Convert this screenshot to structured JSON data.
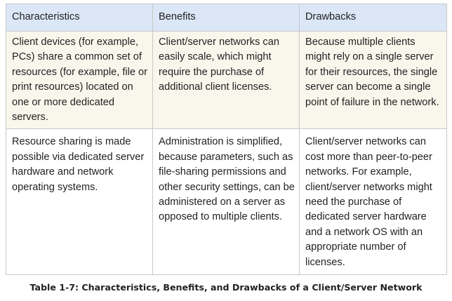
{
  "table": {
    "headers": [
      "Characteristics",
      "Benefits",
      "Drawbacks"
    ],
    "rows": [
      [
        "Client devices (for example, PCs) share a common set of resources (for example, file or print resources) located on one or more dedicated servers.",
        "Client/server networks can easily scale, which might require the purchase of additional client licenses.",
        "Because multiple clients might rely on a single server for their resources, the single server can become a single point of failure in the network."
      ],
      [
        "Resource sharing is made possible via dedicated server hardware and network operating systems.",
        "Administration is simplified, because parameters, such as file-sharing permissions and other security settings, can be administered on a server as opposed to multiple clients.",
        "Client/server networks can cost more than peer-to-peer networks. For example, client/server networks might need the purchase of dedicated server hardware and a network OS with an appropriate number of licenses."
      ]
    ]
  },
  "caption": "Table 1-7: Characteristics, Benefits, and Drawbacks of a Client/Server Network",
  "colors": {
    "header_bg": "#dbe7f7",
    "row1_bg": "#f9f7ec",
    "row2_bg": "#ffffff",
    "border": "#c9c9c9"
  }
}
